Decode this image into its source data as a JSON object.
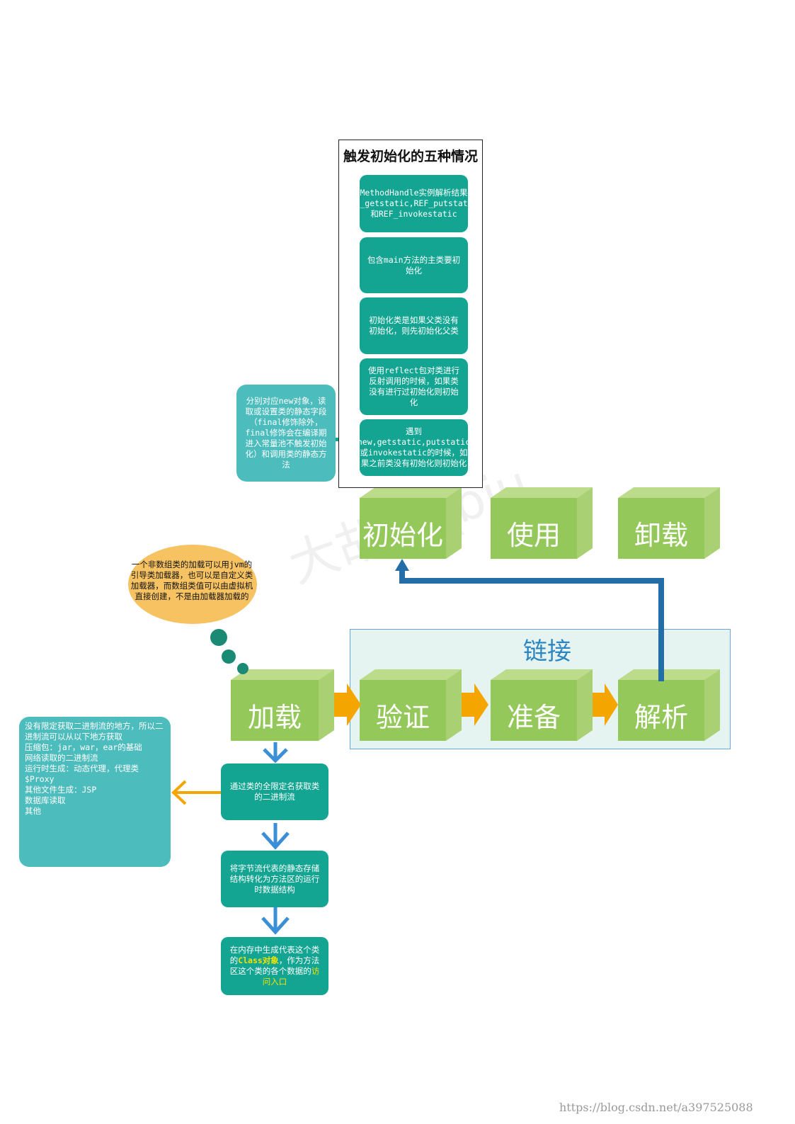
{
  "trigger_panel": {
    "title": "触发初始化的五种情况",
    "items": [
      "MethodHandle实例解析结果REF_getstatic,REF_putstataic和REF_invokestatic",
      "包含main方法的主类要初始化",
      "初始化类是如果父类没有初始化，则先初始化父类",
      "使用reflect包对类进行反射调用的时候，如果类没有进行过初始化则初始化",
      "遇到new,getstatic,putstatic或invokestatic的时候，如果之前类没有初始化则初始化"
    ],
    "note": "分别对应new对象，读取或设置类的静态字段（final修饰除外，final修饰会在编译期进入常量池不触发初始化）和调用类的静态方法"
  },
  "stages": {
    "init": "初始化",
    "use": "使用",
    "unload": "卸载",
    "load": "加载",
    "verify": "验证",
    "prepare": "准备",
    "resolve": "解析"
  },
  "link_group": {
    "title": "链接"
  },
  "thought": {
    "text": "一个非数组类的加载可以用jvm的引导类加载器，也可以是自定义类加载器，而数组类值可以由虚拟机直接创建，不是由加载器加载的"
  },
  "load_steps": {
    "step1": "通过类的全限定名获取类的二进制流",
    "step2": "将字节流代表的静态存储结构转化为方法区的运行时数据结构",
    "step3_pre": "在内存中生成代表这个类的",
    "step3_hl": "Class对象",
    "step3_mid": "，作为方法区这个类的各个数据的",
    "step3_hl2": "访问入口"
  },
  "sources_note": {
    "lines": [
      "没有限定获取二进制流的地方，所以二进制流可以从以下地方获取",
      "压缩包：jar，war，ear的基础",
      "网络读取的二进制流",
      "运行时生成：动态代理，代理类$Proxy",
      "其他文件生成：JSP",
      "数据库读取",
      "其他"
    ]
  },
  "watermark": "大胡子_biu",
  "footer_url": "https://blog.csdn.net/a397525088",
  "colors": {
    "cube_front": "#94c85a",
    "cube_side": "#bcdc8c",
    "teal": "#13a592",
    "light_teal": "#4dbcbd",
    "orange": "#f5a500",
    "arrow_blue": "#2e86c1",
    "resolve_arrow": "#246ea8"
  }
}
